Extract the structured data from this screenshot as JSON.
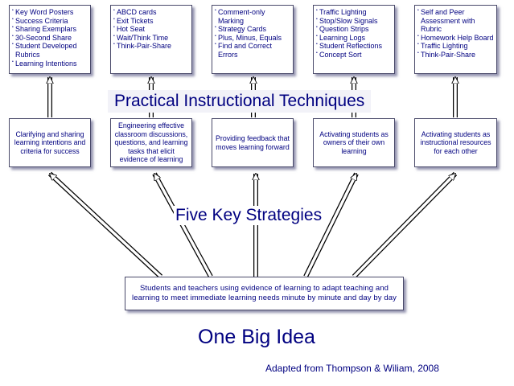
{
  "techniques_title": "Practical Instructional Techniques",
  "strategies_title": "Five Key Strategies",
  "big_idea_title": "One Big Idea",
  "attribution": "Adapted from Thompson & Wiliam, 2008",
  "big_idea_text": "Students and teachers using evidence of learning to adapt teaching and learning to meet immediate learning needs minute by minute and day by day",
  "strategies": [
    {
      "text": "Clarifying and sharing learning intentions and criteria for success",
      "techniques": [
        "Key Word Posters",
        "Success Criteria",
        "Sharing Exemplars",
        "30-Second Share",
        "Student Developed Rubrics",
        "Learning Intentions"
      ]
    },
    {
      "text": "Engineering effective classroom discussions, questions, and learning tasks that elicit evidence of learning",
      "techniques": [
        "ABCD cards",
        "Exit Tickets",
        "Hot Seat",
        "Wait/Think Time",
        "Think-Pair-Share"
      ]
    },
    {
      "text": "Providing feedback that moves learning forward",
      "techniques": [
        "Comment-only Marking",
        "Strategy Cards",
        "Plus, Minus, Equals",
        "Find and Correct Errors"
      ]
    },
    {
      "text": "Activating students as owners of their own learning",
      "techniques": [
        "Traffic Lighting",
        "Stop/Slow Signals",
        "Question Strips",
        "Learning Logs",
        "Student Reflections",
        "Concept Sort"
      ]
    },
    {
      "text": "Activating students as instructional resources for each other",
      "techniques": [
        "Self and Peer Assessment with Rubric",
        "Homework Help Board",
        "Traffic Lighting",
        "Think-Pair-Share"
      ]
    }
  ]
}
